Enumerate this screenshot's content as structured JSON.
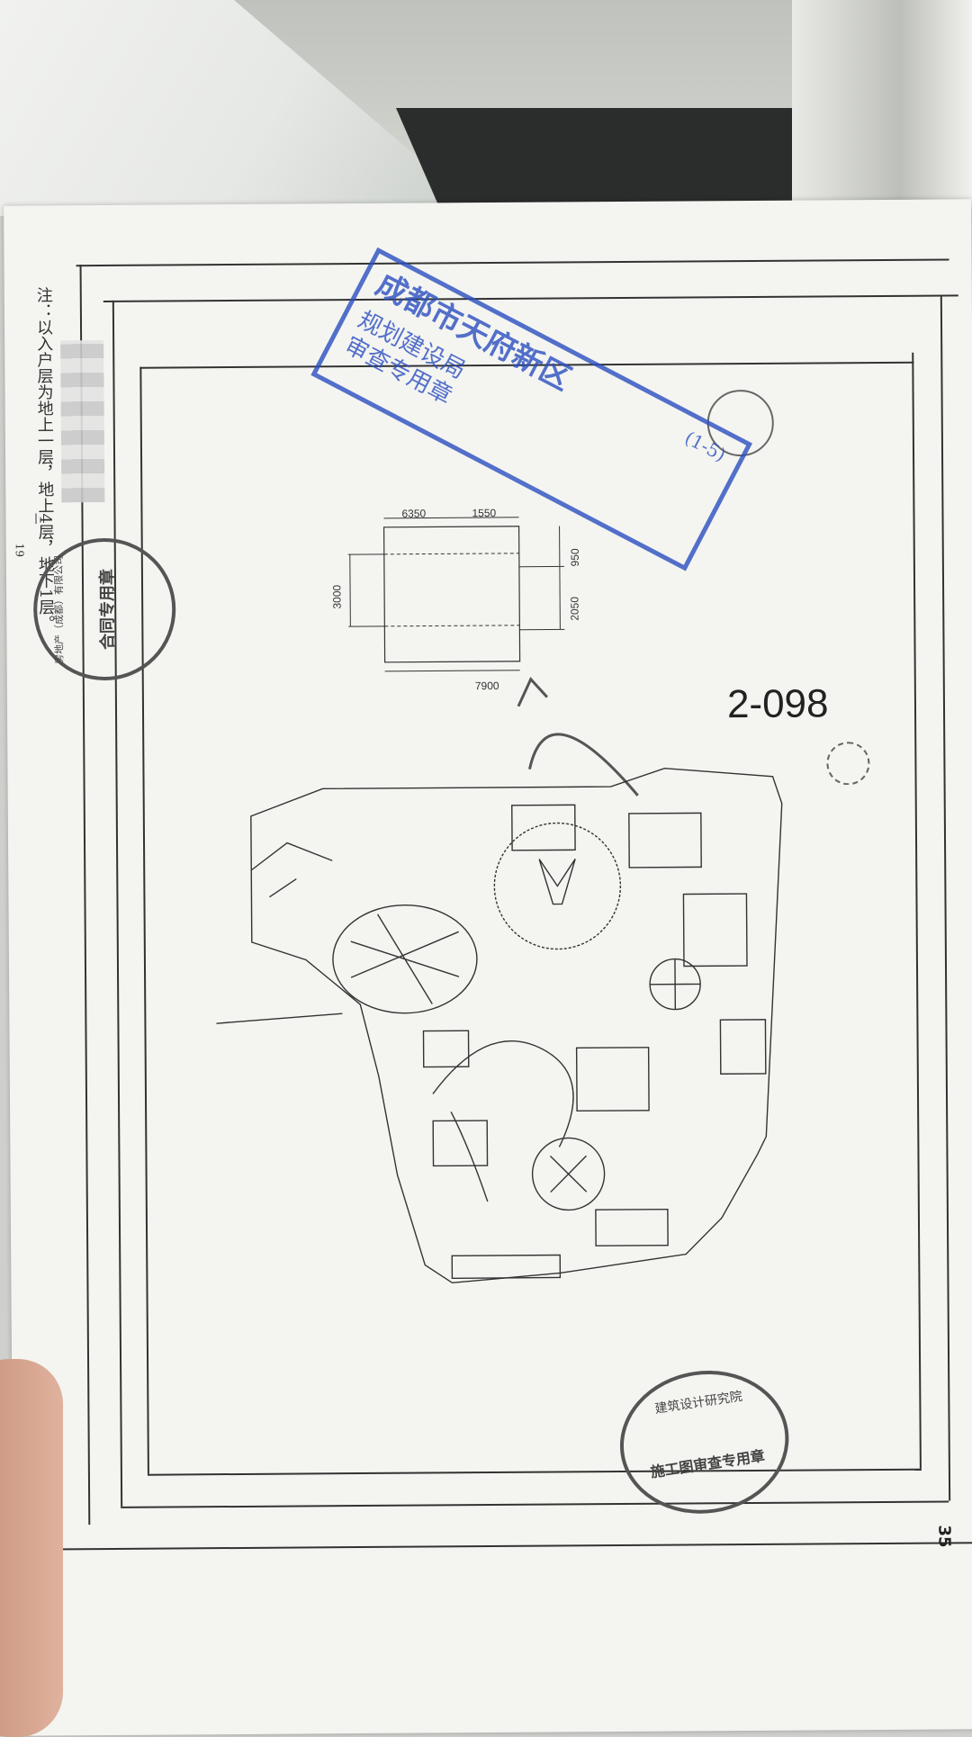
{
  "note": {
    "prefix": "注：",
    "text": "以入户层为地上一层，地上",
    "above_floors": "4",
    "middle": "层，地下",
    "below_floors": "1",
    "suffix": "层。"
  },
  "side_page_number": "19",
  "page_number": "35",
  "unit_code": "2-098",
  "dimensions": {
    "top_left": "6350",
    "top_right": "1550",
    "left": "3000",
    "right_lower": "2050",
    "right_upper": "950",
    "bottom": "7900"
  },
  "stamps": {
    "blue_stamp": {
      "line1": "成都市天府新区",
      "line2": "规划建设局",
      "line3": "审查专用章",
      "code": "(1-5)"
    },
    "left_seal": {
      "ring": "房地产（成都）有限公司",
      "label": "合同专用章"
    },
    "bottom_seal": {
      "ring": "建筑设计研究院",
      "label": "施工图审查专用章"
    }
  },
  "colors": {
    "paper": "#f4f4f1",
    "ink": "#333333",
    "stamp_blue": "#2a4fc0"
  }
}
